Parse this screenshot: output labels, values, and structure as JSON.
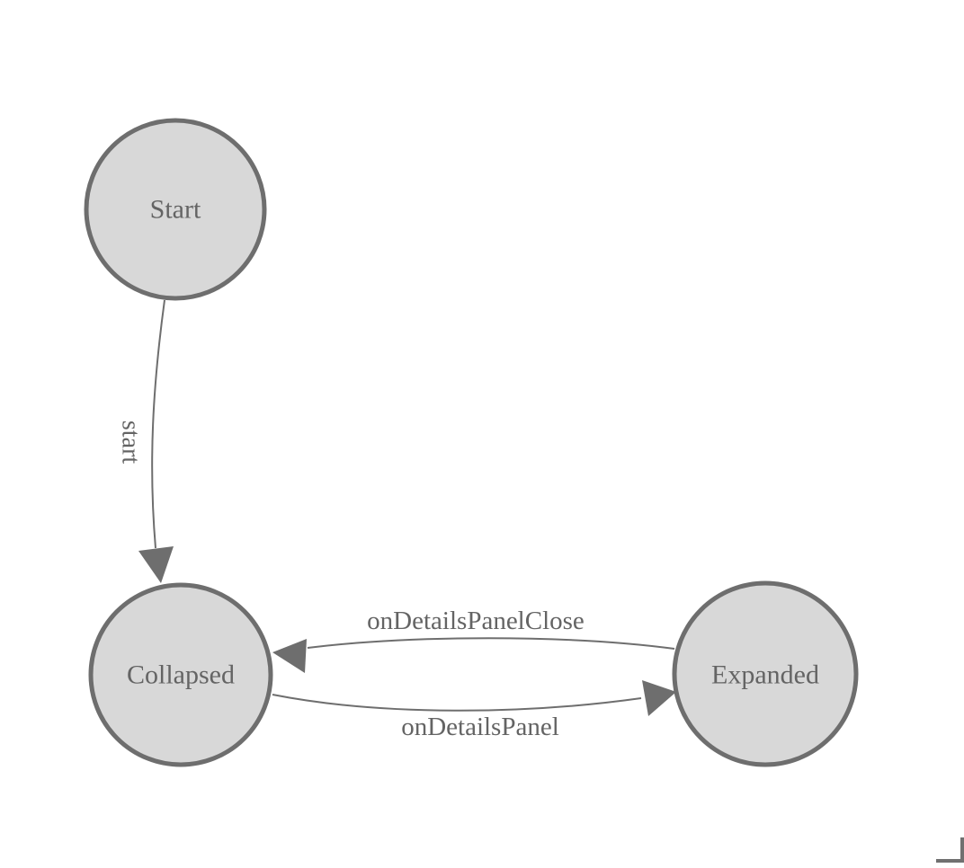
{
  "diagram": {
    "type": "state-diagram",
    "nodes": [
      {
        "id": "Start",
        "label": "Start"
      },
      {
        "id": "Collapsed",
        "label": "Collapsed"
      },
      {
        "id": "Expanded",
        "label": "Expanded"
      }
    ],
    "edges": [
      {
        "from": "Start",
        "to": "Collapsed",
        "label": "start"
      },
      {
        "from": "Collapsed",
        "to": "Expanded",
        "label": "onDetailsPanel"
      },
      {
        "from": "Expanded",
        "to": "Collapsed",
        "label": "onDetailsPanelClose"
      }
    ]
  },
  "colors": {
    "background": "#ffffff",
    "node_fill": "#d8d8d8",
    "node_stroke": "#6e6e6e",
    "edge_stroke": "#6e6e6e",
    "label_text": "#646464",
    "corner_mark": "#707070"
  }
}
